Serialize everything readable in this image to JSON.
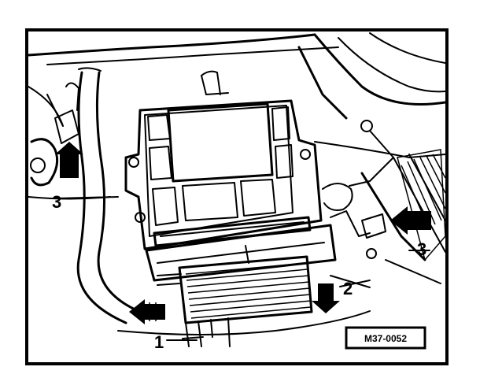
{
  "callouts": {
    "one": "1",
    "two": "2",
    "three_left": "3",
    "three_right": "3"
  },
  "figure_code": "M37-0052",
  "colors": {
    "ink": "#000000",
    "paper": "#ffffff"
  }
}
